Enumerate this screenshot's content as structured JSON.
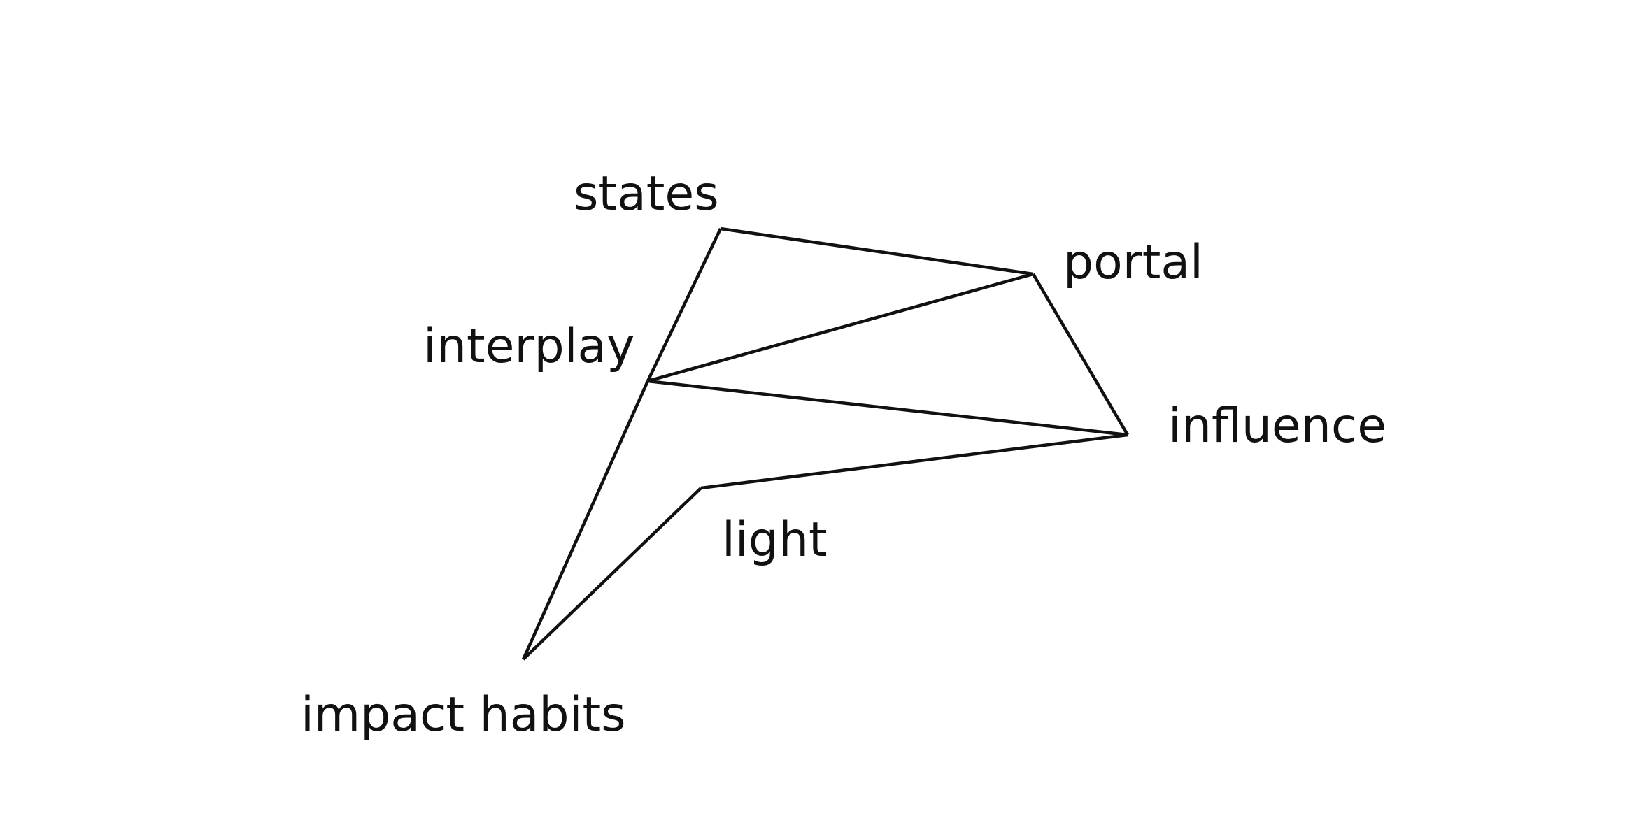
{
  "diagram": {
    "nodes": [
      {
        "id": "states",
        "label": "states"
      },
      {
        "id": "portal",
        "label": "portal"
      },
      {
        "id": "interplay",
        "label": "interplay"
      },
      {
        "id": "influence",
        "label": "influence"
      },
      {
        "id": "light",
        "label": "light"
      },
      {
        "id": "impact_habits",
        "label": "impact habits"
      }
    ],
    "edges": [
      {
        "from": "states",
        "to": "portal"
      },
      {
        "from": "states",
        "to": "interplay"
      },
      {
        "from": "interplay",
        "to": "portal"
      },
      {
        "from": "interplay",
        "to": "influence"
      },
      {
        "from": "portal",
        "to": "influence"
      },
      {
        "from": "influence",
        "to": "light"
      },
      {
        "from": "light",
        "to": "impact_habits"
      },
      {
        "from": "interplay",
        "to": "impact_habits"
      }
    ],
    "colors": {
      "line": "#111111",
      "text": "#111111",
      "background": "#ffffff"
    }
  }
}
